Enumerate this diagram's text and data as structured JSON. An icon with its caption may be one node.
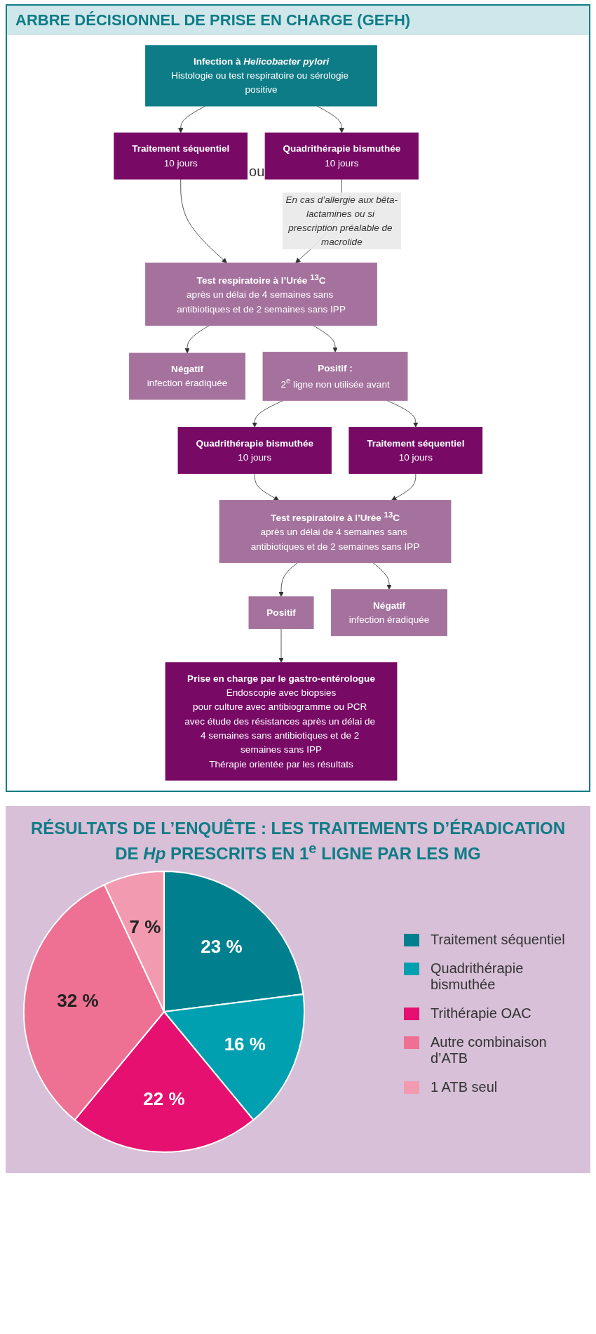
{
  "diagram": {
    "title": "ARBRE DÉCISIONNEL DE PRISE EN CHARGE (GEFH)",
    "nodes": [
      {
        "text": [
          "Infection à *Helicobacter pylori*",
          "Histologie ou test respiratoire ou sérologie positive"
        ]
      },
      {
        "text": [
          "Traitement séquentiel",
          "10 jours"
        ]
      },
      {
        "text": [
          "Quadrithérapie bismuthée",
          "10 jours"
        ]
      },
      {
        "text": [
          "Test respiratoire à l’Urée $^{13}$C",
          "après un délai de 4 semaines sans antibiotiques et de 2 semaines sans IPP"
        ]
      },
      {
        "text": [
          "Négatif",
          "infection éradiquée"
        ]
      },
      {
        "text": [
          "Positif :",
          "2$^{e}$ ligne non utilisée avant"
        ]
      },
      {
        "text": [
          "Quadrithérapie bismuthée",
          "10 jours"
        ]
      },
      {
        "text": [
          "Traitement séquentiel",
          "10 jours"
        ]
      },
      {
        "text": [
          "Test respiratoire à l’Urée $^{13}$C",
          "après un délai de 4 semaines sans antibiotiques et de 2 semaines sans IPP"
        ]
      },
      {
        "text": [
          "Positif"
        ]
      },
      {
        "text": [
          "Négatif",
          "infection éradiquée"
        ]
      },
      {
        "text": [
          "Prise en charge par le gastro-entérologue",
          "Endoscopie avec biopsies",
          "pour culture avec antibiogramme ou PCR avec étude des résistances après un délai de 4 semaines sans antibiotiques et de 2 semaines sans IPP",
          "Thérapie orientée par les résultats"
        ]
      }
    ],
    "edges": [
      {
        "from": 0,
        "to": 1,
        "arrow": "to"
      },
      {
        "from": 0,
        "to": 2,
        "arrow": "to"
      },
      {
        "from": 1,
        "to": 3,
        "arrow": "to"
      },
      {
        "from": 2,
        "to": 3,
        "arrow": "to",
        "label": "*En cas d’allergie aux bêta-lactamines ou si prescription préalable de macrolide*"
      },
      {
        "from": 3,
        "to": 4,
        "arrow": "to"
      },
      {
        "from": 3,
        "to": 5,
        "arrow": "to"
      },
      {
        "from": 5,
        "to": 6,
        "arrow": "to"
      },
      {
        "from": 5,
        "to": 7,
        "arrow": "to"
      },
      {
        "from": 6,
        "to": 8,
        "arrow": "to"
      },
      {
        "from": 7,
        "to": 8,
        "arrow": "to"
      },
      {
        "from": 8,
        "to": 9,
        "arrow": "to"
      },
      {
        "from": 8,
        "to": 10,
        "arrow": "to"
      },
      {
        "from": 9,
        "to": 11,
        "arrow": "to"
      }
    ],
    "labels": [
      "ou"
    ],
    "legend": [
      {
        "text": "Traitement séquentiel",
        "color": "#00808e"
      },
      {
        "text": "Quadrithérapie bismuthée",
        "color": "#00a0b0"
      },
      {
        "text": "Trithérapie OAC",
        "color": "#e5106f"
      },
      {
        "text": "Autre combinaison d’ATB",
        "color": "#ee7193"
      },
      {
        "text": "1 ATB seul",
        "color": "#f29bb0"
      }
    ],
    "chart_data": {
      "type": "pie",
      "title": "RÉSULTATS DE L’ENQUÊTE : LES TRAITEMENTS D’ÉRADICATION DE *Hp* PRESCRITS EN 1$^{e}$ LIGNE PAR LES MG",
      "values": [
        23,
        16,
        22,
        32,
        7
      ],
      "value_labels": [
        "23 %",
        "16 %",
        "22 %",
        "32 %",
        "7 %"
      ]
    }
  }
}
